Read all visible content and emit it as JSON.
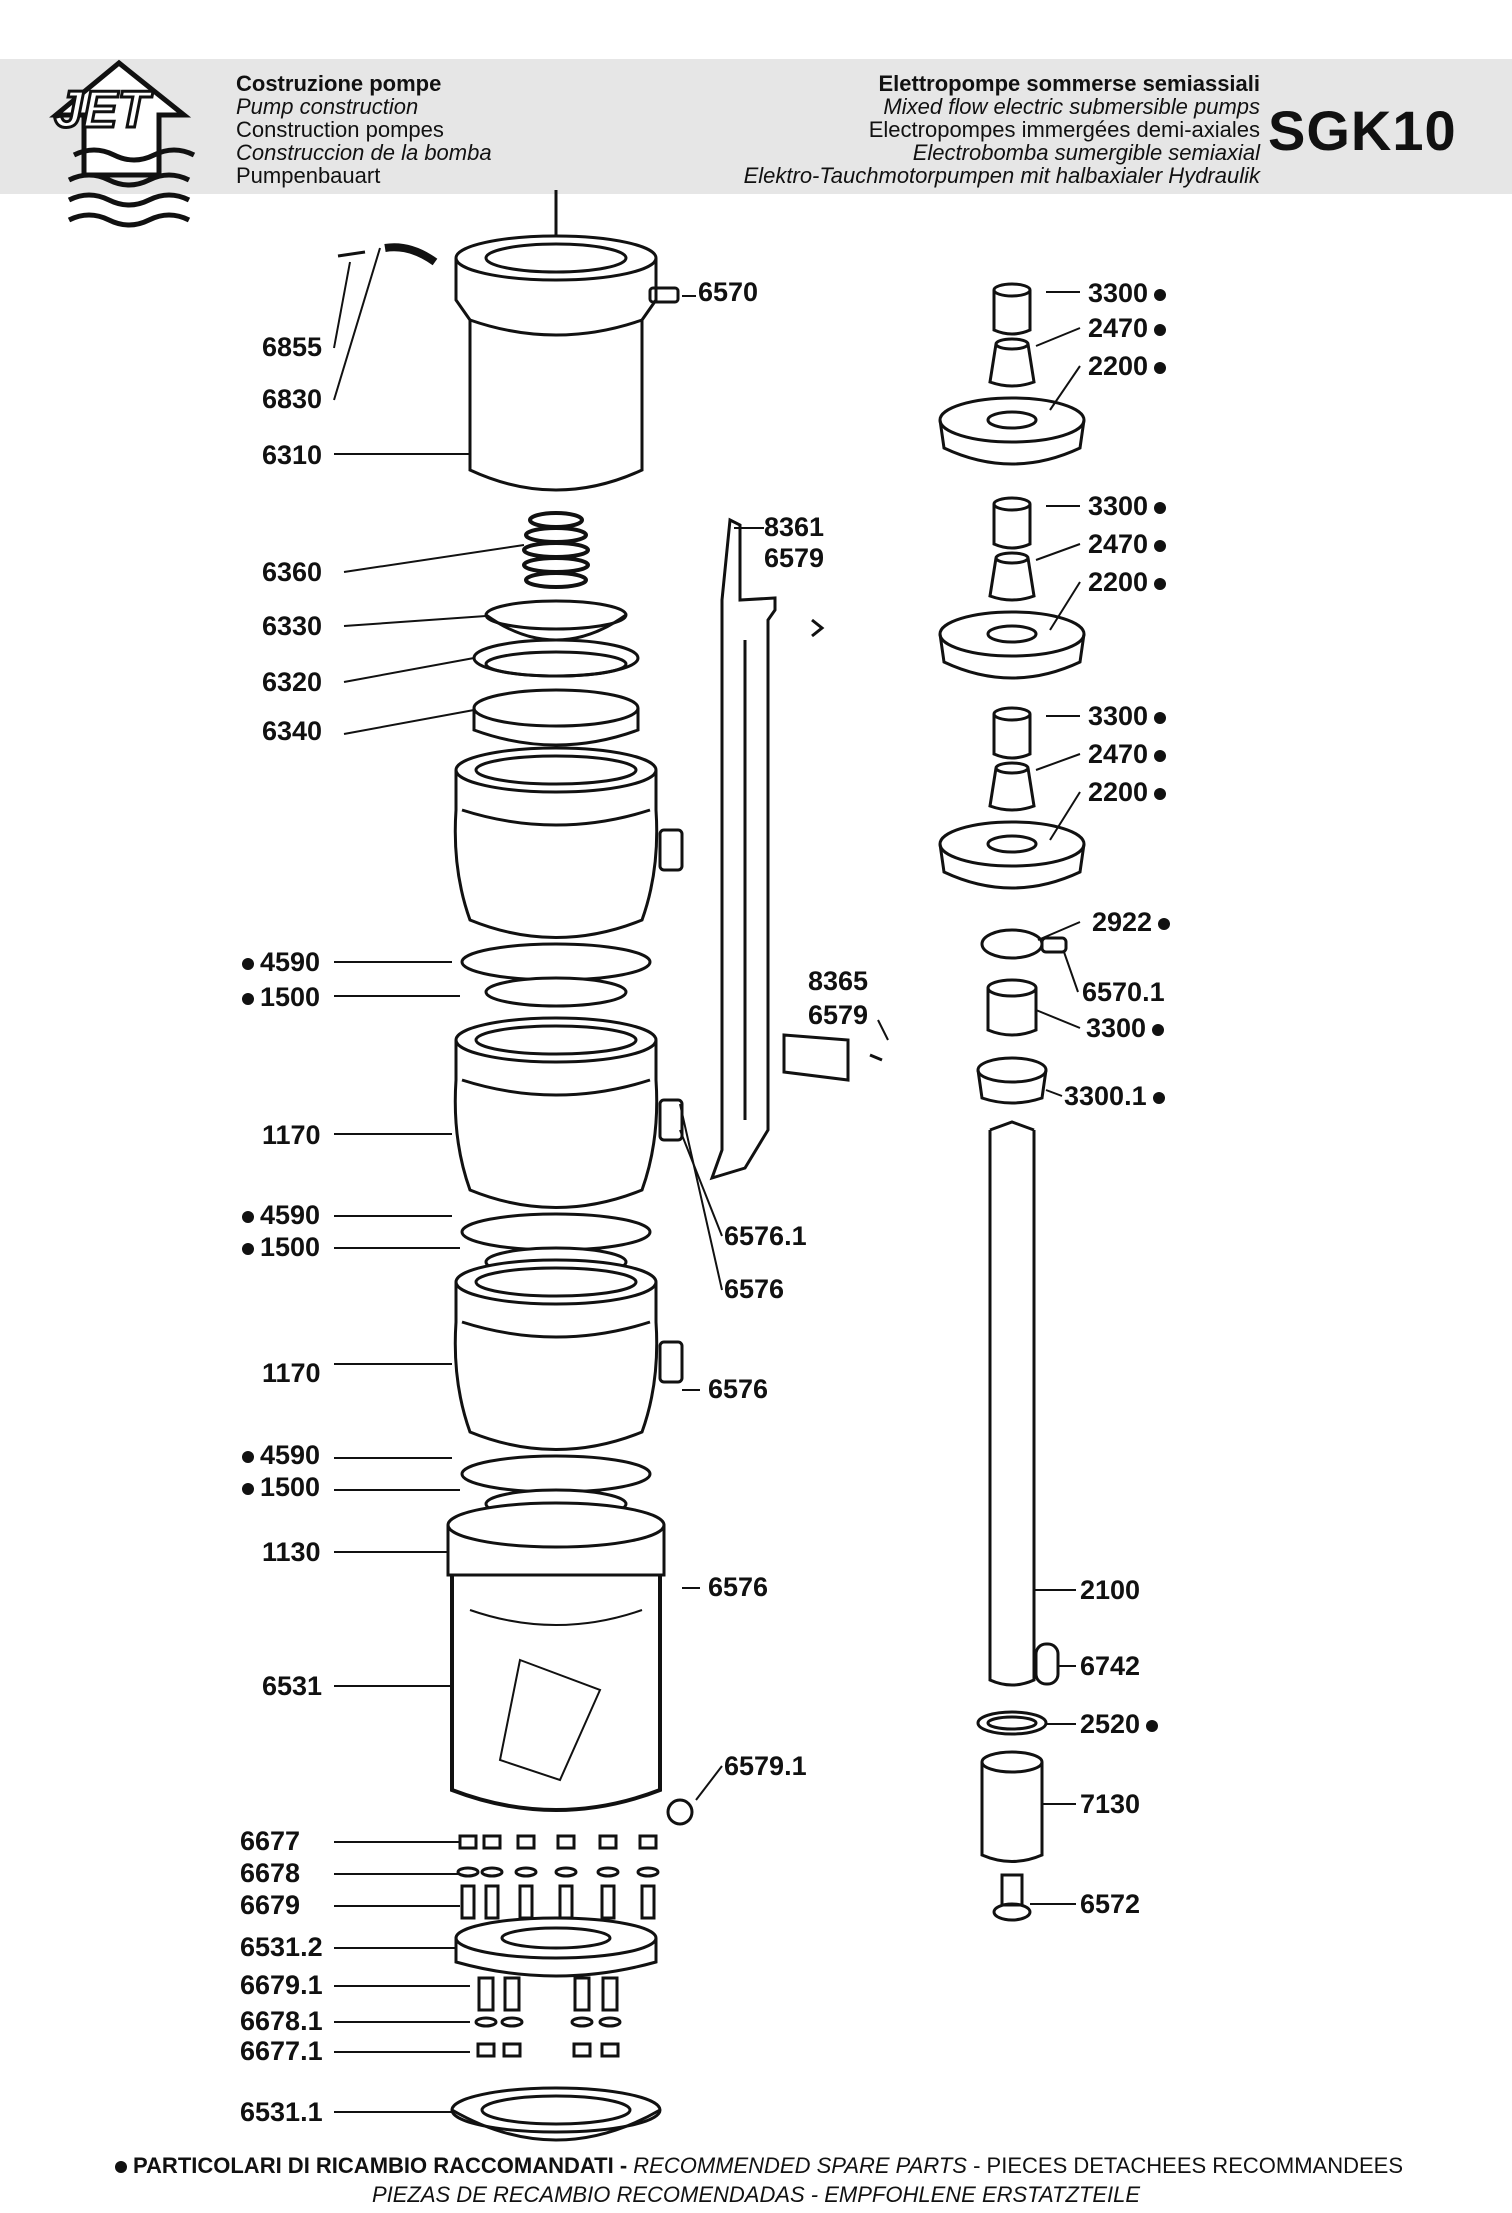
{
  "header": {
    "brand": "JET",
    "left_lines": [
      "Costruzione pompe",
      "Pump construction",
      "Construction pompes",
      "Construccion de la bomba",
      "Pumpenbauart"
    ],
    "right_lines": [
      "Elettropompe sommerse semiassiali",
      "Mixed flow electric submersible pumps",
      "Electropompes immergées demi-axiales",
      "Electrobomba sumergible semiaxial",
      "Elektro-Tauchmotorpumpen mit halbaxialer Hydraulik"
    ],
    "model": "SGK10"
  },
  "parts_left": [
    "6570",
    "6855",
    "6830",
    "6310",
    "6360",
    "6330",
    "6320",
    "6340",
    "4590",
    "1500",
    "1170",
    "4590",
    "1500",
    "1170",
    "4590",
    "1500",
    "1130",
    "6531",
    "6677",
    "6678",
    "6679",
    "6531.2",
    "6679.1",
    "6678.1",
    "6677.1",
    "6531.1"
  ],
  "parts_bracket": [
    "8361",
    "6579",
    "8365",
    "6579",
    "6576.1",
    "6576",
    "6576",
    "6576",
    "6579.1"
  ],
  "parts_right": [
    "3300",
    "2470",
    "2200",
    "3300",
    "2470",
    "2200",
    "3300",
    "2470",
    "2200",
    "2922",
    "6570.1",
    "3300",
    "3300.1",
    "2100",
    "6742",
    "2520",
    "7130",
    "6572"
  ],
  "footer": {
    "line1_bold": "PARTICOLARI DI RICAMBIO RACCOMANDATI -",
    "line1_en": "RECOMMENDED SPARE PARTS",
    "line1_fr": "- PIECES DETACHEES RECOMMANDEES",
    "line2": "PIEZAS DE RECAMBIO RECOMENDADAS - EMPFOHLENE ERSTATZTEILE"
  },
  "colors": {
    "ink": "#111111",
    "band": "#e6e6e6"
  }
}
